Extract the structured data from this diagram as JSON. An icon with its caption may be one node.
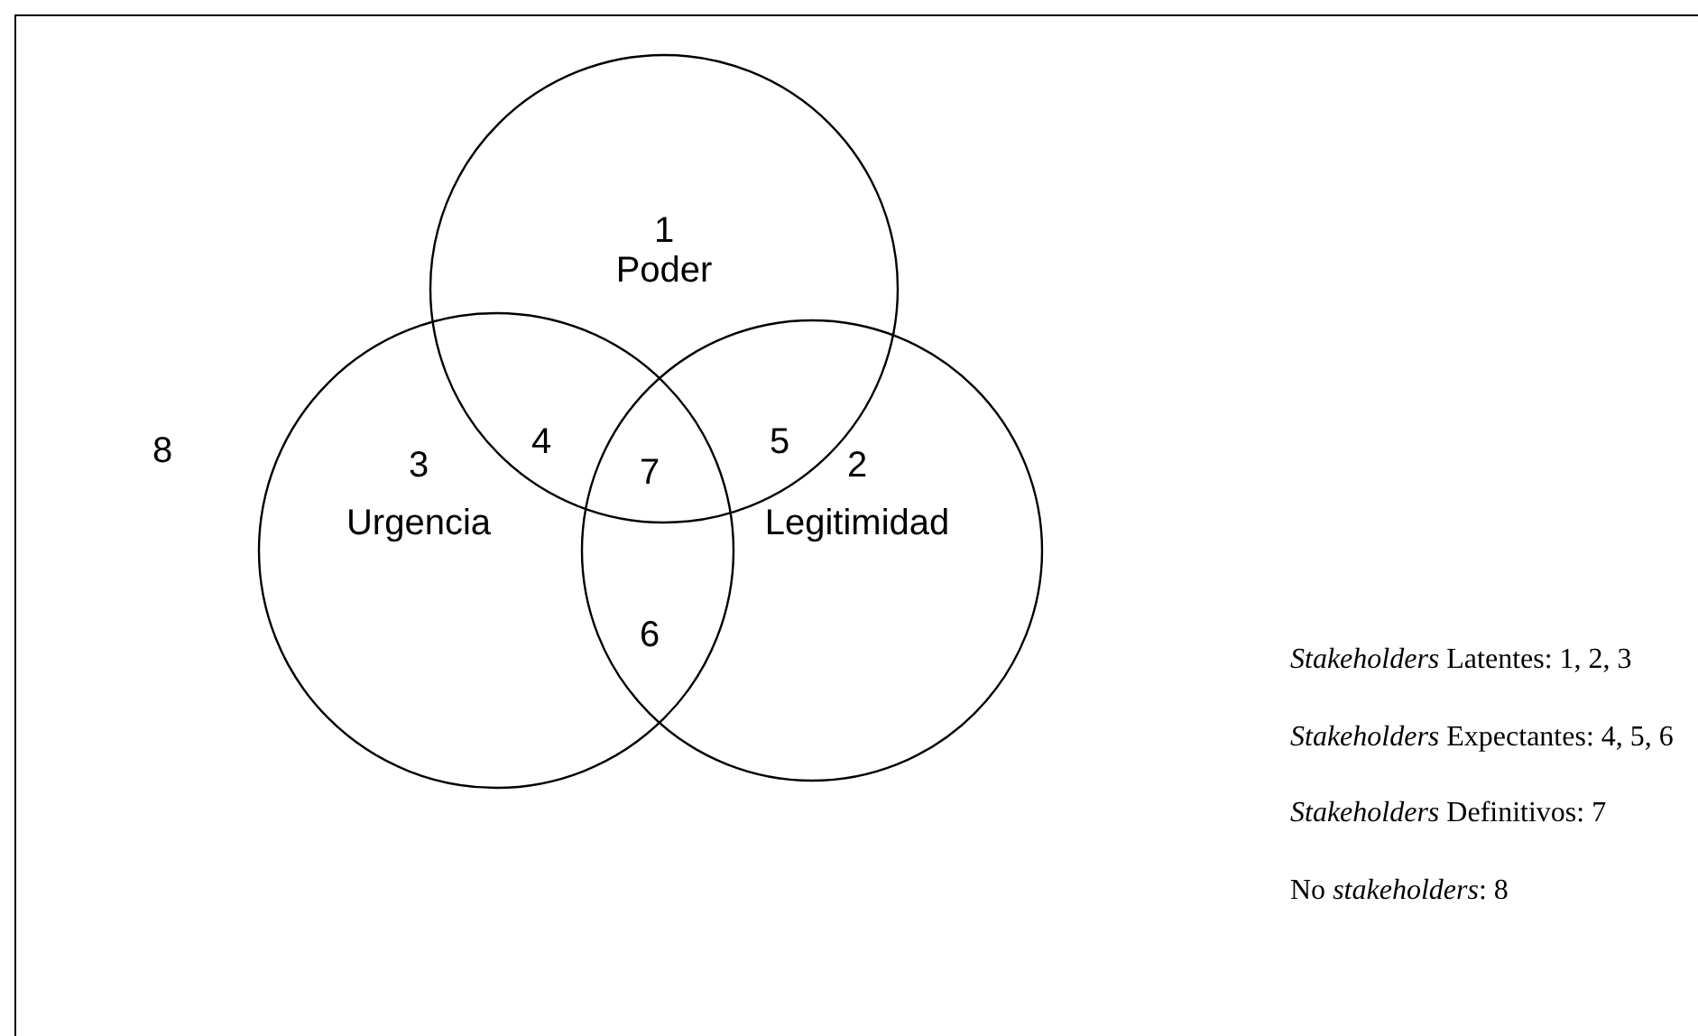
{
  "diagram": {
    "nodes": [
      {
        "text": [
          "1",
          "Poder"
        ]
      },
      {
        "text": [
          "3",
          "Urgencia"
        ]
      },
      {
        "text": [
          "2",
          "Legitimidad"
        ]
      }
    ],
    "labels": [
      "4",
      "5",
      "8",
      "7",
      "6",
      "*Stakeholders* Latentes: 1, 2, 3",
      "*Stakeholders* Expectantes: 4, 5, 6",
      "*Stakeholders* Definitivos: 7",
      "No *stakeholders*: 8"
    ]
  }
}
